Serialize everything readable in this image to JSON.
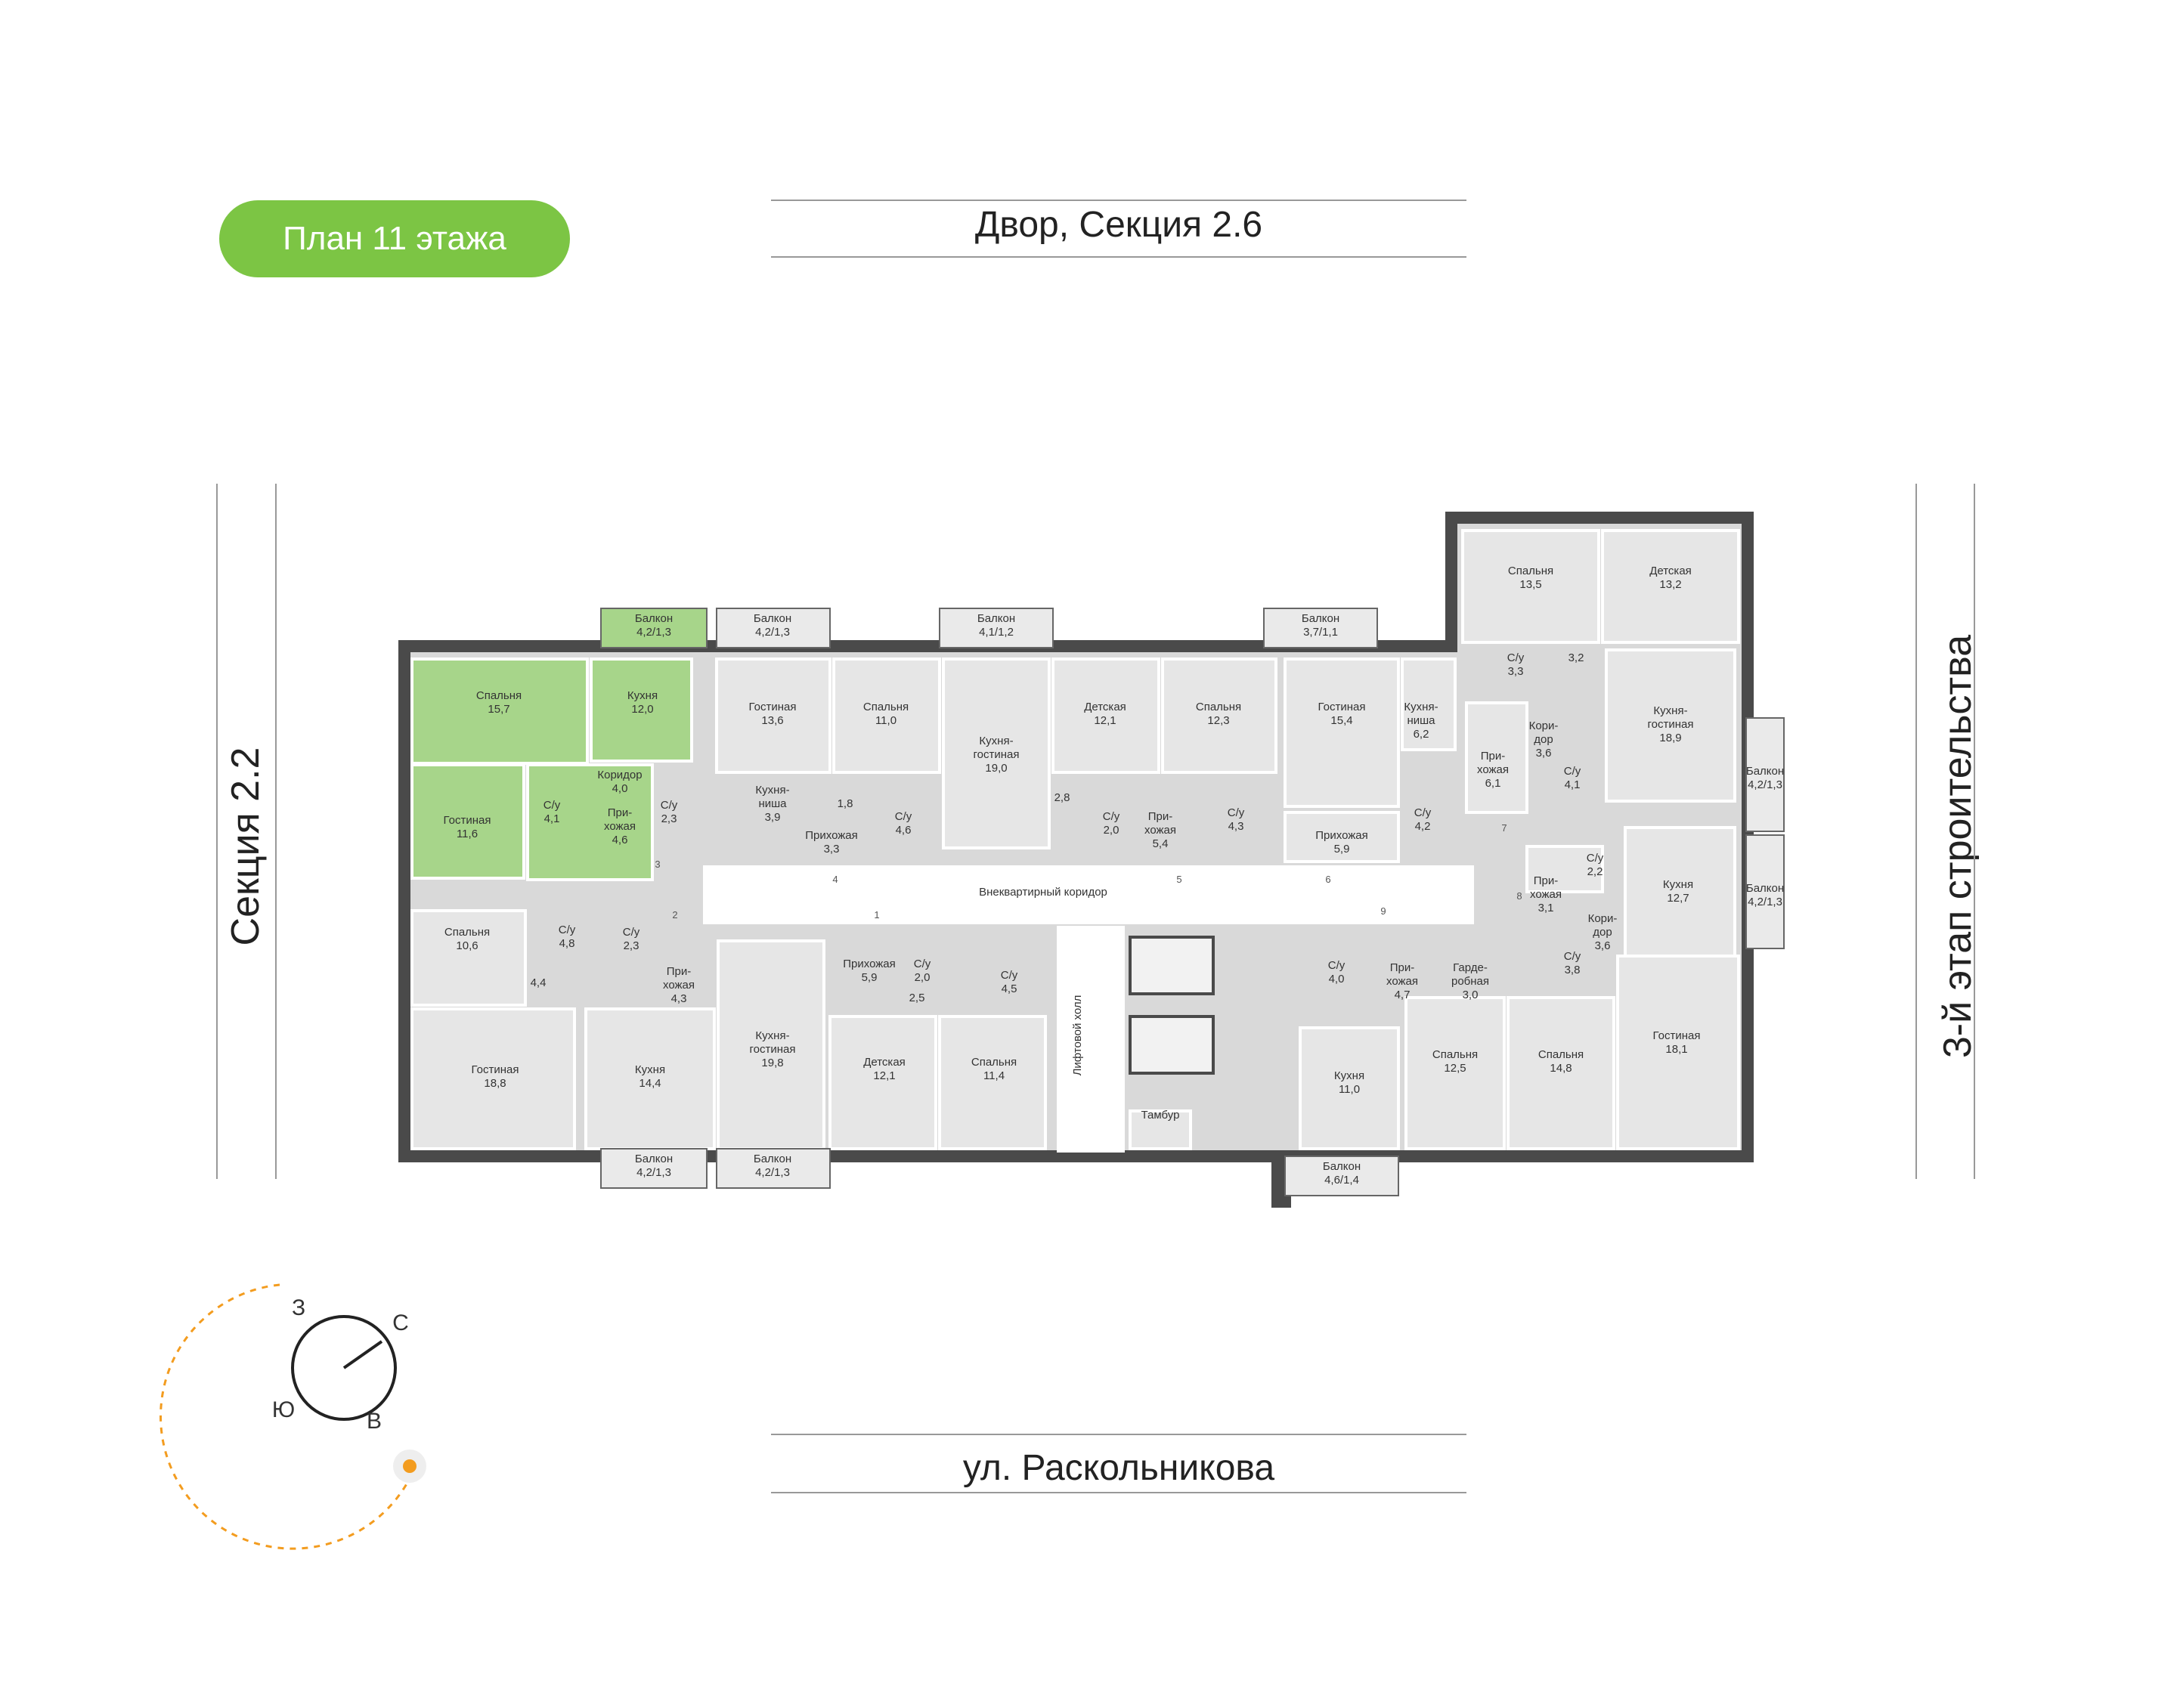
{
  "floor_badge": "План 11 этажа",
  "labels": {
    "top": "Двор, Секция 2.6",
    "bottom": "ул. Раскольникова",
    "left": "Секция 2.2",
    "right": "3-й этап строительства"
  },
  "colors": {
    "accent": "#7cc544",
    "room": "#e5e5e5",
    "wall": "#4a4a4a",
    "highlight": "#a7d58a"
  },
  "compass": {
    "n": "С",
    "s": "Ю",
    "w": "З",
    "e": "В"
  },
  "corridors": {
    "outer": "Внеквартирный коридор",
    "lift": "Лифтовой холл",
    "tambour": "Тамбур"
  },
  "stair_numbers": [
    "1",
    "2",
    "3",
    "4",
    "5",
    "6",
    "7",
    "8",
    "9"
  ],
  "rooms": [
    {
      "name": "Спальня",
      "area": "15,7"
    },
    {
      "name": "Кухня",
      "area": "12,0"
    },
    {
      "name": "Коридор",
      "area": "4,0"
    },
    {
      "name": "Гостиная",
      "area": "11,6"
    },
    {
      "name": "С/у",
      "area": "4,1"
    },
    {
      "name": "При-\nхожая",
      "area": "4,6"
    },
    {
      "name": "С/у",
      "area": "2,3"
    },
    {
      "name": "Балкон",
      "area": "4,2/1,3"
    },
    {
      "name": "Балкон",
      "area": "4,2/1,3"
    },
    {
      "name": "Гостиная",
      "area": "13,6"
    },
    {
      "name": "Кухня-\nниша",
      "area": "3,9"
    },
    {
      "name": "Спальня",
      "area": "11,0"
    },
    {
      "name": "Прихожая",
      "area": "3,3"
    },
    {
      "name": "",
      "area": "1,8"
    },
    {
      "name": "С/у",
      "area": "4,6"
    },
    {
      "name": "Балкон",
      "area": "4,1/1,2"
    },
    {
      "name": "Кухня-\nгостиная",
      "area": "19,0"
    },
    {
      "name": "Детская",
      "area": "12,1"
    },
    {
      "name": "",
      "area": "2,8"
    },
    {
      "name": "С/у",
      "area": "2,0"
    },
    {
      "name": "Спальня",
      "area": "12,3"
    },
    {
      "name": "При-\nхожая",
      "area": "5,4"
    },
    {
      "name": "С/у",
      "area": "4,3"
    },
    {
      "name": "Балкон",
      "area": "3,7/1,1"
    },
    {
      "name": "Гостиная",
      "area": "15,4"
    },
    {
      "name": "Кухня-\nниша",
      "area": "6,2"
    },
    {
      "name": "Прихожая",
      "area": "5,9"
    },
    {
      "name": "С/у",
      "area": "4,2"
    },
    {
      "name": "Спальня",
      "area": "13,5"
    },
    {
      "name": "Детская",
      "area": "13,2"
    },
    {
      "name": "С/у",
      "area": "3,3"
    },
    {
      "name": "",
      "area": "3,2"
    },
    {
      "name": "Кори-\nдор",
      "area": "3,6"
    },
    {
      "name": "Кухня-\nгостиная",
      "area": "18,9"
    },
    {
      "name": "При-\nхожая",
      "area": "6,1"
    },
    {
      "name": "С/у",
      "area": "4,1"
    },
    {
      "name": "Балкон",
      "area": "4,2/1,3"
    },
    {
      "name": "С/у",
      "area": "2,2"
    },
    {
      "name": "При-\nхожая",
      "area": "3,1"
    },
    {
      "name": "Кори-\nдор",
      "area": "3,6"
    },
    {
      "name": "Кухня",
      "area": "12,7"
    },
    {
      "name": "Балкон",
      "area": "4,2/1,3"
    },
    {
      "name": "С/у",
      "area": "3,8"
    },
    {
      "name": "Спальня",
      "area": "10,6"
    },
    {
      "name": "С/у",
      "area": "4,8"
    },
    {
      "name": "С/у",
      "area": "2,3"
    },
    {
      "name": "При-\nхожая",
      "area": "4,3"
    },
    {
      "name": "",
      "area": "4,4"
    },
    {
      "name": "Гостиная",
      "area": "18,8"
    },
    {
      "name": "Кухня",
      "area": "14,4"
    },
    {
      "name": "Кухня-\nгостиная",
      "area": "19,8"
    },
    {
      "name": "Прихожая",
      "area": "5,9"
    },
    {
      "name": "С/у",
      "area": "2,0"
    },
    {
      "name": "",
      "area": "2,5"
    },
    {
      "name": "С/у",
      "area": "4,5"
    },
    {
      "name": "Детская",
      "area": "12,1"
    },
    {
      "name": "Спальня",
      "area": "11,4"
    },
    {
      "name": "Балкон",
      "area": "4,2/1,3"
    },
    {
      "name": "Балкон",
      "area": "4,2/1,3"
    },
    {
      "name": "С/у",
      "area": "4,0"
    },
    {
      "name": "При-\nхожая",
      "area": "4,7"
    },
    {
      "name": "Гарде-\nробная",
      "area": "3,0"
    },
    {
      "name": "Кухня",
      "area": "11,0"
    },
    {
      "name": "Спальня",
      "area": "12,5"
    },
    {
      "name": "Спальня",
      "area": "14,8"
    },
    {
      "name": "Гостиная",
      "area": "18,1"
    },
    {
      "name": "Балкон",
      "area": "4,6/1,4"
    }
  ]
}
